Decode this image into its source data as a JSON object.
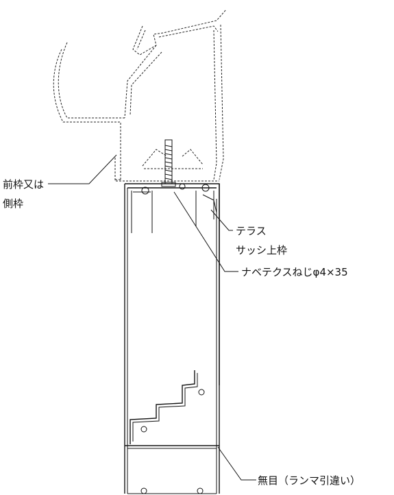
{
  "labels": {
    "front_frame": "前枠又は",
    "side_frame": "側枠",
    "terrace": "テラス",
    "sash_top_frame": "サッシ上枠",
    "screw": "ナベテクスねじφ4×35",
    "mumoku": "無目（ランマ引違い）"
  }
}
